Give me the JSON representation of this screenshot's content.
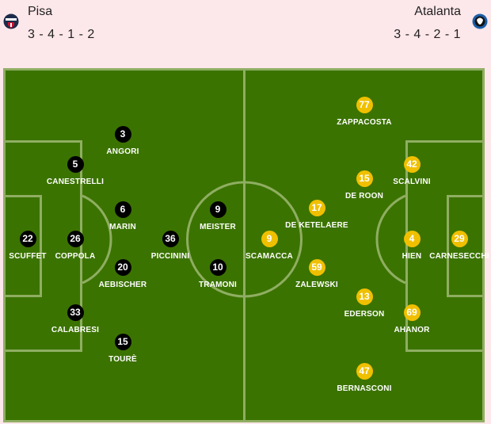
{
  "home": {
    "name": "Pisa",
    "formation": "3 - 4 - 1 - 2",
    "logo_icon": "pisa-crest",
    "color": "#000000",
    "players": [
      {
        "number": "22",
        "name": "SCUFFET"
      },
      {
        "number": "26",
        "name": "COPPOLA"
      },
      {
        "number": "5",
        "name": "CANESTRELLI"
      },
      {
        "number": "33",
        "name": "CALABRESI"
      },
      {
        "number": "3",
        "name": "ANGORI"
      },
      {
        "number": "6",
        "name": "MARIN"
      },
      {
        "number": "20",
        "name": "AEBISCHER"
      },
      {
        "number": "15",
        "name": "TOURÈ"
      },
      {
        "number": "36",
        "name": "PICCININI"
      },
      {
        "number": "9",
        "name": "MEISTER"
      },
      {
        "number": "10",
        "name": "TRAMONI"
      }
    ]
  },
  "away": {
    "name": "Atalanta",
    "formation": "3 - 4 - 2 - 1",
    "logo_icon": "atalanta-crest",
    "color": "#f0c000",
    "players": [
      {
        "number": "29",
        "name": "CARNESECCHI"
      },
      {
        "number": "4",
        "name": "HIEN"
      },
      {
        "number": "42",
        "name": "SCALVINI"
      },
      {
        "number": "69",
        "name": "AHANOR"
      },
      {
        "number": "77",
        "name": "ZAPPACOSTA"
      },
      {
        "number": "15",
        "name": "DE ROON"
      },
      {
        "number": "13",
        "name": "EDERSON"
      },
      {
        "number": "47",
        "name": "BERNASCONI"
      },
      {
        "number": "17",
        "name": "DE KETELAERE"
      },
      {
        "number": "59",
        "name": "ZALEWSKI"
      },
      {
        "number": "9",
        "name": "SCAMACCA"
      }
    ]
  }
}
